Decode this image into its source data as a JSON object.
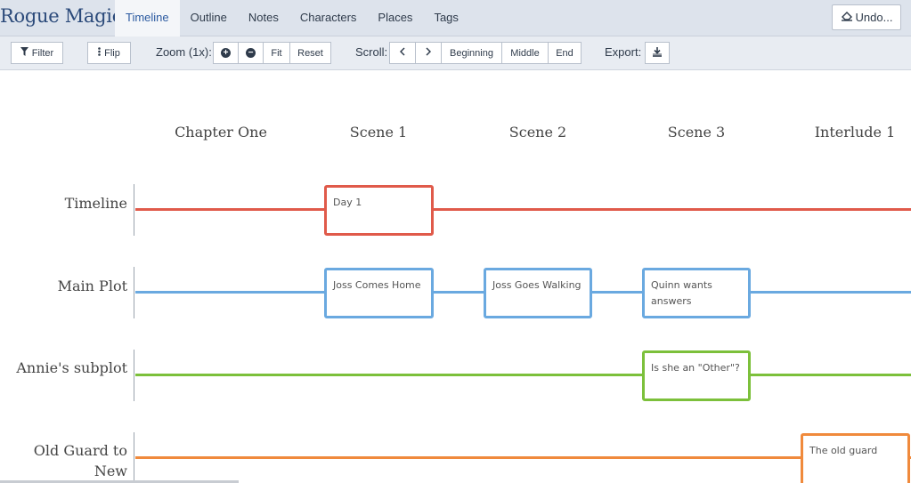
{
  "app": {
    "title": "Rogue Magic"
  },
  "nav": {
    "tabs": [
      "Timeline",
      "Outline",
      "Notes",
      "Characters",
      "Places",
      "Tags"
    ],
    "active": 0,
    "undo_label": "Undo..."
  },
  "toolbar": {
    "filter_label": "Filter",
    "flip_label": "Flip",
    "zoom_label": "Zoom (1x):",
    "fit_label": "Fit",
    "reset_label": "Reset",
    "scroll_label": "Scroll:",
    "beginning_label": "Beginning",
    "middle_label": "Middle",
    "end_label": "End",
    "export_label": "Export:"
  },
  "timeline": {
    "columns": [
      "Chapter One",
      "Scene 1",
      "Scene 2",
      "Scene 3",
      "Interlude 1"
    ],
    "rows": [
      {
        "name": "Timeline",
        "color": "#e05a4a"
      },
      {
        "name": "Main Plot",
        "color": "#6aa9e0"
      },
      {
        "name": "Annie's subplot",
        "color": "#7cc03b"
      },
      {
        "name": "Old Guard to New",
        "color": "#f08a3c"
      }
    ],
    "cards": [
      {
        "row": 0,
        "col": 1,
        "text": "Day 1"
      },
      {
        "row": 1,
        "col": 1,
        "text": "Joss Comes Home"
      },
      {
        "row": 1,
        "col": 2,
        "text": "Joss Goes Walking"
      },
      {
        "row": 1,
        "col": 3,
        "text": "Quinn wants answers"
      },
      {
        "row": 2,
        "col": 3,
        "text": "Is she an \"Other\"?"
      },
      {
        "row": 3,
        "col": 4,
        "text": "The old guard"
      }
    ]
  }
}
